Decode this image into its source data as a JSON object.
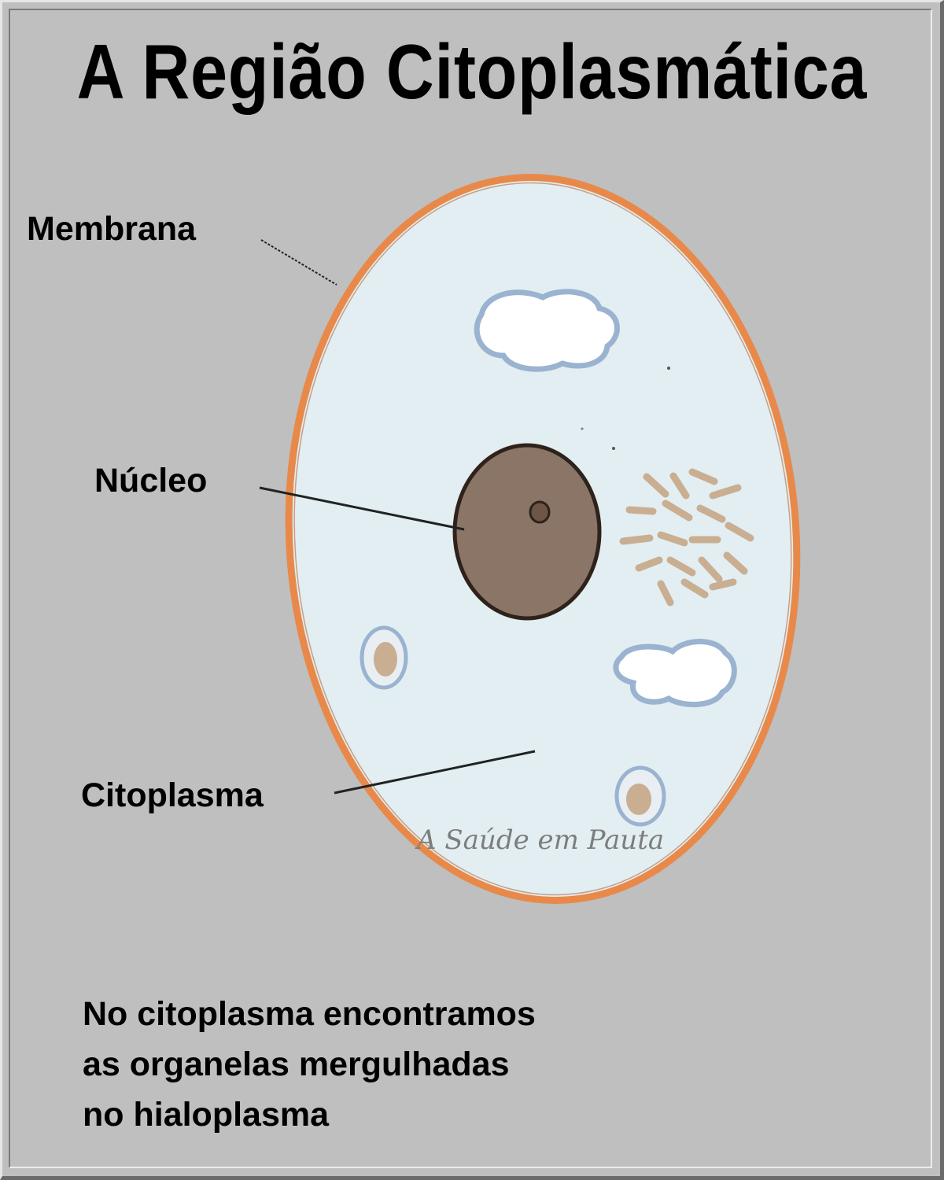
{
  "title": "A Região Citoplasmática",
  "labels": {
    "membrana": "Membrana",
    "nucleo": "Núcleo",
    "citoplasma": "Citoplasma"
  },
  "caption": [
    "No citoplasma encontramos",
    "as organelas mergulhadas",
    "no hialoplasma"
  ],
  "watermark": "A Saúde em Pauta",
  "colors": {
    "background": "#bfbfbf",
    "membrane": "#e8894a",
    "cytoplasm": "#e2eef2",
    "nucleus": "#8a7566",
    "vacuole_outline": "#9ab3d0",
    "organelle": "#c9ae92"
  }
}
